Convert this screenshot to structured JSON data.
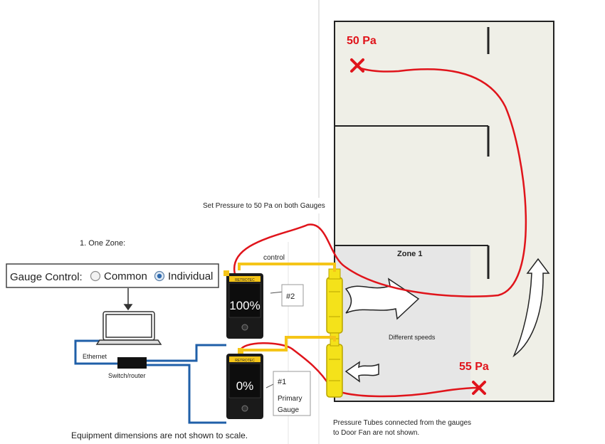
{
  "diagram": {
    "set_pressure_note": "Set Pressure to 50 Pa on both Gauges",
    "one_zone_label": "1. One Zone:",
    "gauge_control": {
      "label": "Gauge Control:",
      "options": [
        "Common",
        "Individual"
      ],
      "selected": "Individual"
    },
    "network": {
      "ethernet_label": "Ethernet",
      "switch_label": "Switch/router"
    },
    "control_label": "control",
    "gauges": [
      {
        "brand": "RETROTEC",
        "display": "100%",
        "callout": "#2"
      },
      {
        "brand": "RETROTEC",
        "display": "0%",
        "callout": "#1",
        "callout_sub": [
          "Primary",
          "Gauge"
        ]
      }
    ],
    "building": {
      "zone_label": "Zone 1",
      "pressure_top": "50 Pa",
      "pressure_bottom": "55 Pa",
      "fan_note": "Different speeds"
    },
    "tubes_note": [
      "Pressure Tubes connected from the gauges",
      "to Door Fan are not shown."
    ],
    "scale_note": "Equipment dimensions are not shown to scale.",
    "colors": {
      "tube_red": "#e0141b",
      "fan_yellow": "#f4e21a",
      "ethernet_blue": "#1f5fa8",
      "zone_fill": "#e6e6e6",
      "building_fill": "#efefe7"
    }
  }
}
